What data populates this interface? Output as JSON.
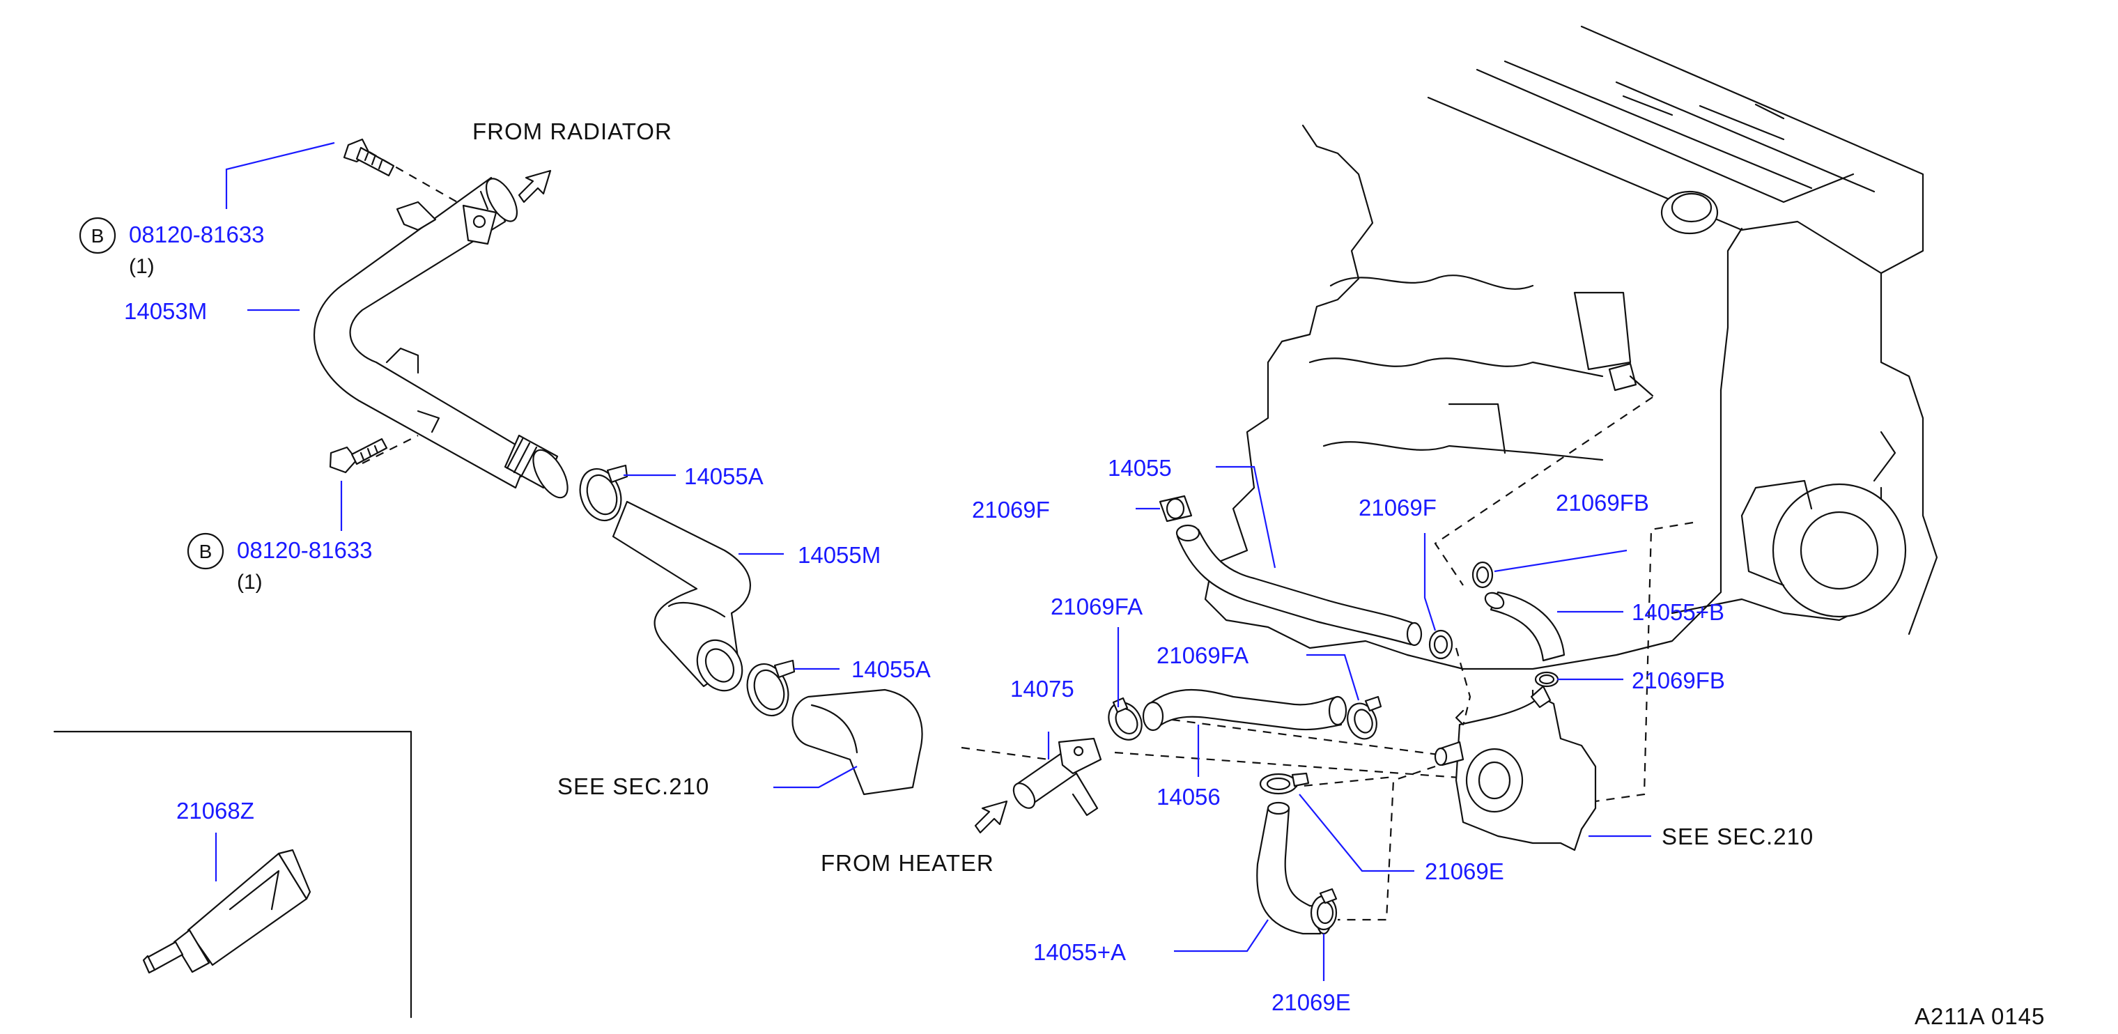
{
  "diagram_id": "A211A 0145",
  "notes": {
    "from_radiator": "FROM RADIATOR",
    "from_heater": "FROM HEATER",
    "see_sec_left": "SEE SEC.210",
    "see_sec_right": "SEE SEC.210"
  },
  "bolts": [
    {
      "badge": "B",
      "part": "08120-81633",
      "qty": "(1)"
    },
    {
      "badge": "B",
      "part": "08120-81633",
      "qty": "(1)"
    }
  ],
  "parts": {
    "p14053M": "14053M",
    "p14055A_top": "14055A",
    "p14055M": "14055M",
    "p14055A_mid": "14055A",
    "p21068Z": "21068Z",
    "p14075": "14075",
    "p21069FA_left": "21069FA",
    "p21069F_left": "21069F",
    "p14055": "14055",
    "p21069FA_mid": "21069FA",
    "p14056": "14056",
    "p21069F_right": "21069F",
    "p21069FB_top": "21069FB",
    "p14055pB": "14055+B",
    "p21069FB_bot": "21069FB",
    "p21069E_mid": "21069E",
    "p14055pA": "14055+A",
    "p21069E_bot": "21069E"
  }
}
